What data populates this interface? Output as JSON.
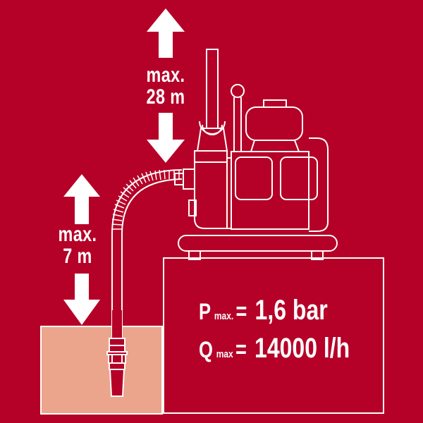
{
  "colors": {
    "background": "#b50027",
    "water": "#eba58c",
    "line": "#ffffff"
  },
  "height_labels": {
    "discharge": {
      "line1": "max.",
      "line2": "28 m"
    },
    "suction": {
      "line1": "max.",
      "line2": "7 m"
    }
  },
  "specs": {
    "pressure": {
      "symbol": "P",
      "subscript": "max.",
      "equals": "=",
      "value": "1,6 bar"
    },
    "flow": {
      "symbol": "Q",
      "subscript": "max",
      "equals": "=",
      "value": "14000 l/h"
    }
  },
  "icons": {
    "up_arrow_top": "arrow-up-icon",
    "down_arrow_top": "arrow-down-icon",
    "up_arrow_left": "arrow-up-icon",
    "down_arrow_left": "arrow-down-icon"
  }
}
